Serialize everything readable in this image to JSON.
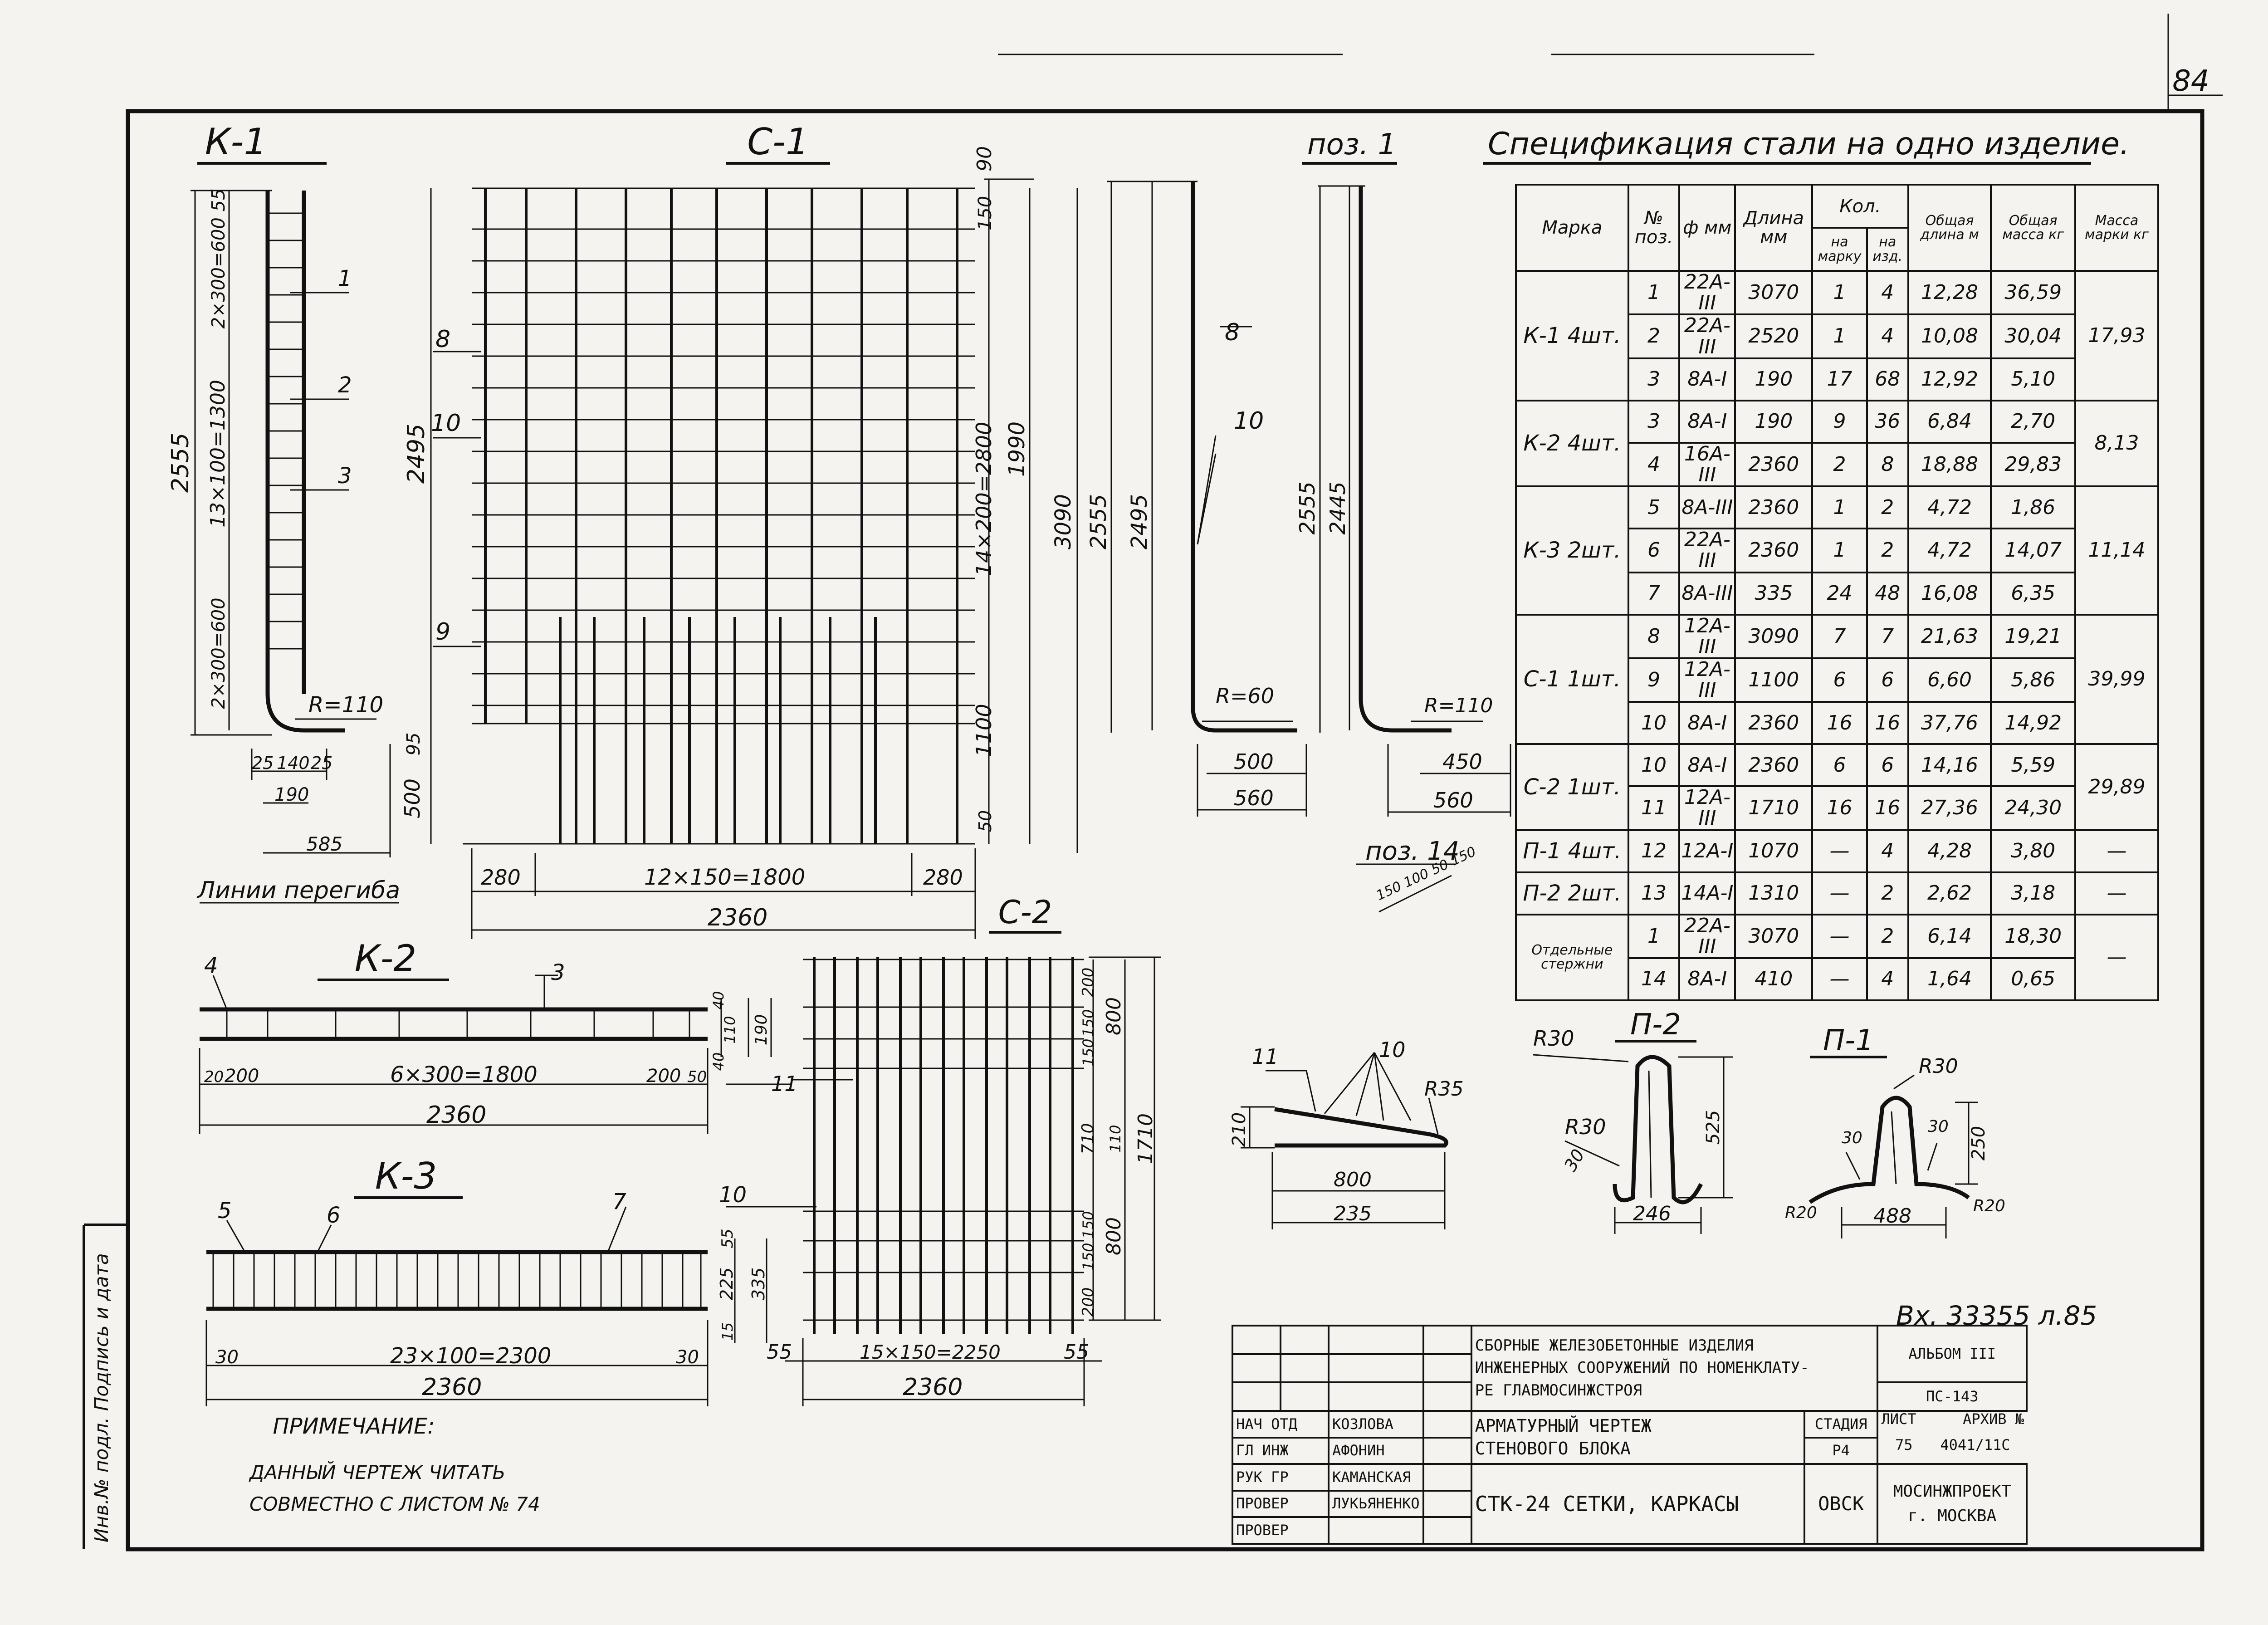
{
  "page_number": "84",
  "labels": {
    "k1": "К-1",
    "c1": "С-1",
    "pos1": "поз. 1",
    "k2": "К-2",
    "c2": "С-2",
    "k3": "К-3",
    "pos14": "поз. 14",
    "p2": "П-2",
    "p1": "П-1",
    "spec_title": "Спецификация стали на одно изделие.",
    "bend_line": "Линии перегиба",
    "incoming": "Вх. 33355 л.85",
    "side_stamp": "Инв.№ подл. Подпись и дата"
  },
  "dims": {
    "k1_2555": "2555",
    "k1_300_600_55": "2×300=600 55",
    "k1_13x100": "13×100=1300",
    "k1_300_600": "2×300=600",
    "k1_r110": "R=110",
    "k1_25a": "25",
    "k1_140": "140",
    "k1_25b": "25",
    "k1_190": "190",
    "k1_585": "585",
    "k1_95": "95",
    "k1_500": "500",
    "c1_2495": "2495",
    "c1_90": "90",
    "c1_150": "150",
    "c1_14x200": "14×200=2800",
    "c1_1990": "1990",
    "c1_3090": "3090",
    "c1_1100": "1100",
    "c1_50": "50",
    "c1_280a": "280",
    "c1_12x150": "12×150=1800",
    "c1_280b": "280",
    "c1_2360": "2360",
    "pos1_2555": "2555",
    "pos1_2495": "2495",
    "pos1_r60": "R=60",
    "pos1_500": "500",
    "pos1_560": "560",
    "pos1b_2555": "2555",
    "pos1b_2445": "2445",
    "pos1b_r110": "R=110",
    "pos1b_450": "450",
    "pos1b_560": "560",
    "pos14_dims": "150 100 50 150",
    "k2_20a": "20",
    "k2_200a": "200",
    "k2_6x300": "6×300=1800",
    "k2_200b": "200",
    "k2_50": "50",
    "k2_2360": "2360",
    "k2_40a": "40",
    "k2_110": "110",
    "k2_40b": "40",
    "k2_190": "190",
    "k3_30a": "30",
    "k3_23x100": "23×100=2300",
    "k3_30b": "30",
    "k3_2360": "2360",
    "k3_55": "55",
    "k3_225": "225",
    "k3_15": "15",
    "k3_335": "335",
    "c2_200a": "200",
    "c2_150a": "150",
    "c2_150b": "150",
    "c2_800a": "800",
    "c2_710": "710",
    "c2_110": "110",
    "c2_1710": "1710",
    "c2_150c": "150",
    "c2_150d": "150",
    "c2_800b": "800",
    "c2_200b": "200",
    "c2_55a": "55",
    "c2_15x150": "15×150=2250",
    "c2_55b": "55",
    "c2_2360": "2360",
    "bent_210": "210",
    "bent_800": "800",
    "bent_235": "235",
    "bent_r35": "R35",
    "p2_r30a": "R30",
    "p2_r30b": "R30",
    "p2_525": "525",
    "p2_246": "246",
    "p2_30": "30",
    "p1_r30": "R30",
    "p1_30a": "30",
    "p1_30b": "30",
    "p1_250": "250",
    "p1_488": "488",
    "p1_r20a": "R20",
    "p1_r20b": "R20"
  },
  "pos_marks": {
    "k1_1": "1",
    "k1_2": "2",
    "k1_3": "3",
    "c1_8": "8",
    "c1_10": "10",
    "c1_9": "9",
    "pos1_8": "8",
    "pos1_10": "10",
    "k2_4": "4",
    "k2_3": "3",
    "c2_11": "11",
    "k3_5": "5",
    "k3_6": "6",
    "k3_7": "7",
    "c2_10": "10",
    "bent_11": "11",
    "bent_10": "10"
  },
  "spec": {
    "headers": {
      "mark": "Марка",
      "pos": "№ поз.",
      "dia": "ф мм",
      "len": "Длина мм",
      "qty": "Кол.",
      "qty_mark": "на марку",
      "qty_item": "на изд.",
      "total_len": "Общая длина м",
      "total_mass": "Общая масса кг",
      "mark_mass": "Масса марки кг"
    },
    "groups": [
      {
        "mark": "К-1 4шт.",
        "mass": "17,93",
        "rows": [
          {
            "pos": "1",
            "dia": "22А-III",
            "len": "3070",
            "qm": "1",
            "qi": "4",
            "tl": "12,28",
            "tm": "36,59"
          },
          {
            "pos": "2",
            "dia": "22А-III",
            "len": "2520",
            "qm": "1",
            "qi": "4",
            "tl": "10,08",
            "tm": "30,04"
          },
          {
            "pos": "3",
            "dia": "8А-I",
            "len": "190",
            "qm": "17",
            "qi": "68",
            "tl": "12,92",
            "tm": "5,10"
          }
        ]
      },
      {
        "mark": "К-2 4шт.",
        "mass": "8,13",
        "rows": [
          {
            "pos": "3",
            "dia": "8А-I",
            "len": "190",
            "qm": "9",
            "qi": "36",
            "tl": "6,84",
            "tm": "2,70"
          },
          {
            "pos": "4",
            "dia": "16А-III",
            "len": "2360",
            "qm": "2",
            "qi": "8",
            "tl": "18,88",
            "tm": "29,83"
          }
        ]
      },
      {
        "mark": "К-3 2шт.",
        "mass": "11,14",
        "rows": [
          {
            "pos": "5",
            "dia": "8А-III",
            "len": "2360",
            "qm": "1",
            "qi": "2",
            "tl": "4,72",
            "tm": "1,86"
          },
          {
            "pos": "6",
            "dia": "22А-III",
            "len": "2360",
            "qm": "1",
            "qi": "2",
            "tl": "4,72",
            "tm": "14,07"
          },
          {
            "pos": "7",
            "dia": "8А-III",
            "len": "335",
            "qm": "24",
            "qi": "48",
            "tl": "16,08",
            "tm": "6,35"
          }
        ]
      },
      {
        "mark": "С-1 1шт.",
        "mass": "39,99",
        "rows": [
          {
            "pos": "8",
            "dia": "12А-III",
            "len": "3090",
            "qm": "7",
            "qi": "7",
            "tl": "21,63",
            "tm": "19,21"
          },
          {
            "pos": "9",
            "dia": "12А-III",
            "len": "1100",
            "qm": "6",
            "qi": "6",
            "tl": "6,60",
            "tm": "5,86"
          },
          {
            "pos": "10",
            "dia": "8А-I",
            "len": "2360",
            "qm": "16",
            "qi": "16",
            "tl": "37,76",
            "tm": "14,92"
          }
        ]
      },
      {
        "mark": "С-2 1шт.",
        "mass": "29,89",
        "rows": [
          {
            "pos": "10",
            "dia": "8А-I",
            "len": "2360",
            "qm": "6",
            "qi": "6",
            "tl": "14,16",
            "tm": "5,59"
          },
          {
            "pos": "11",
            "dia": "12А-III",
            "len": "1710",
            "qm": "16",
            "qi": "16",
            "tl": "27,36",
            "tm": "24,30"
          }
        ]
      },
      {
        "mark": "П-1 4шт.",
        "mass": "—",
        "rows": [
          {
            "pos": "12",
            "dia": "12А-I",
            "len": "1070",
            "qm": "—",
            "qi": "4",
            "tl": "4,28",
            "tm": "3,80"
          }
        ]
      },
      {
        "mark": "П-2 2шт.",
        "mass": "—",
        "rows": [
          {
            "pos": "13",
            "dia": "14А-I",
            "len": "1310",
            "qm": "—",
            "qi": "2",
            "tl": "2,62",
            "tm": "3,18"
          }
        ]
      },
      {
        "mark": "Отдельные стержни",
        "mass": "—",
        "rows": [
          {
            "pos": "1",
            "dia": "22А-III",
            "len": "3070",
            "qm": "—",
            "qi": "2",
            "tl": "6,14",
            "tm": "18,30"
          },
          {
            "pos": "14",
            "dia": "8А-I",
            "len": "410",
            "qm": "—",
            "qi": "4",
            "tl": "1,64",
            "tm": "0,65"
          }
        ]
      }
    ]
  },
  "note": {
    "title": "ПРИМЕЧАНИЕ:",
    "line1": "ДАННЫЙ ЧЕРТЕЖ ЧИТАТЬ",
    "line2": "СОВМЕСТНО С ЛИСТОМ № 74"
  },
  "stamp": {
    "project_line1": "СБОРНЫЕ ЖЕЛЕЗОБЕТОННЫЕ ИЗДЕЛИЯ",
    "project_line2": "ИНЖЕНЕРНЫХ СООРУЖЕНИЙ ПО НОМЕНКЛАТУ-",
    "project_line3": "РЕ ГЛАВМОСИНЖСТРОЯ",
    "album_label": "АЛЬБОМ III",
    "album_value": "ПС-143",
    "roles": [
      "НАЧ ОТД",
      "ГЛ ИНЖ",
      "РУК ГР",
      "ПРОВЕР",
      "ПРОВЕР"
    ],
    "names": [
      "КОЗЛОВА",
      "АФОНИН",
      "КАМАНСКАЯ",
      "ЛУКЬЯНЕНКО",
      ""
    ],
    "title_line1": "АРМАТУРНЫЙ ЧЕРТЕЖ",
    "title_line2": "СТЕНОВОГО БЛОКА",
    "title_line3": "СТК-24 СЕТКИ, КАРКАСЫ",
    "stage_label": "СТАДИЯ",
    "sheet_label": "ЛИСТ",
    "archive_label": "АРХИВ №",
    "stage": "Р4",
    "sheet": "75",
    "archive": "4041/11С",
    "dept": "ОВСК",
    "org_line1": "МОСИНЖПРОЕКТ",
    "org_line2": "г. МОСКВА"
  }
}
